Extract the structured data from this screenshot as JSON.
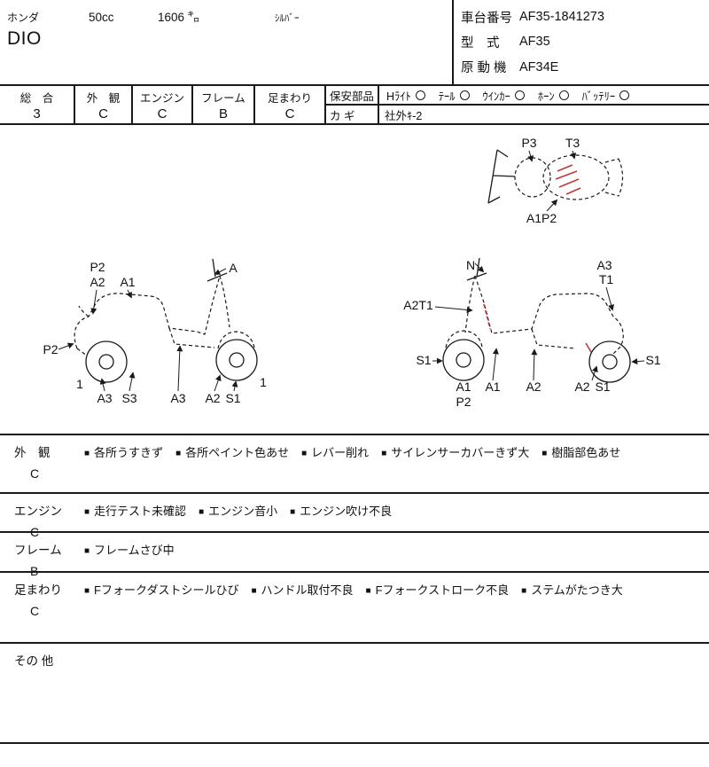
{
  "colors": {
    "ink": "#1a1a1a",
    "damage_mark_red": "#c03a3a"
  },
  "header": {
    "maker": "ホンダ",
    "displacement": "50cc",
    "mileage": "1606 ㌔",
    "color": "ｼﾙﾊﾞｰ",
    "model_name": "DIO",
    "chassis_label": "車台番号",
    "chassis_value": "AF35-1841273",
    "type_label": "型　式",
    "type_value": "AF35",
    "engine_label": "原 動 機",
    "engine_value": "AF34E"
  },
  "ratings": {
    "overall": {
      "label": "総　合",
      "value": "3"
    },
    "exterior": {
      "label": "外　観",
      "value": "C"
    },
    "engine": {
      "label": "エンジン",
      "value": "C"
    },
    "frame": {
      "label": "フレーム",
      "value": "B"
    },
    "undercarriage": {
      "label": "足まわり",
      "value": "C"
    },
    "safety_parts": {
      "label": "保安部品",
      "items": [
        {
          "name": "Hﾗｲﾄ",
          "mark": "circle"
        },
        {
          "name": "ﾃｰﾙ",
          "mark": "circle"
        },
        {
          "name": "ｳｲﾝｶｰ",
          "mark": "circle"
        },
        {
          "name": "ﾎｰﾝ",
          "mark": "circle"
        },
        {
          "name": "ﾊﾞｯﾃﾘｰ",
          "mark": "circle"
        }
      ],
      "key_label": "カ ギ",
      "key_value": "社外ｷ-2"
    }
  },
  "diagram": {
    "top_view": {
      "labels": [
        "P3",
        "T3",
        "A1P2"
      ]
    },
    "left_side_view": {
      "labels_top": [
        "P2",
        "A2",
        "A1",
        "A"
      ],
      "labels_left": [
        "P2"
      ],
      "labels_bottom": [
        "1",
        "A3",
        "S3",
        "A3",
        "A2",
        "S1",
        "1"
      ]
    },
    "right_side_view": {
      "labels_top": [
        "N",
        "A3",
        "T1"
      ],
      "labels_left": [
        "A2T1",
        "S1"
      ],
      "labels_bottom": [
        "A1",
        "P2",
        "A1",
        "A2",
        "A2",
        "S1"
      ],
      "labels_right": [
        "S1"
      ]
    }
  },
  "notes_bullet": "■",
  "notes": [
    {
      "section": "外　観",
      "grade": "C",
      "items": [
        "各所うすきず",
        "各所ペイント色あせ",
        "レバー削れ",
        "サイレンサーカバーきず大",
        "樹脂部色あせ"
      ]
    },
    {
      "section": "エンジン",
      "grade": "C",
      "items": [
        "走行テスト未確認",
        "エンジン音小",
        "エンジン吹け不良"
      ]
    },
    {
      "section": "フレーム",
      "grade": "B",
      "items": [
        "フレームさび中"
      ]
    },
    {
      "section": "足まわり",
      "grade": "C",
      "items": [
        "Fフォークダストシールひび",
        "ハンドル取付不良",
        "Fフォークストローク不良",
        "ステムがたつき大"
      ]
    },
    {
      "section": "その 他",
      "grade": "",
      "items": []
    }
  ]
}
